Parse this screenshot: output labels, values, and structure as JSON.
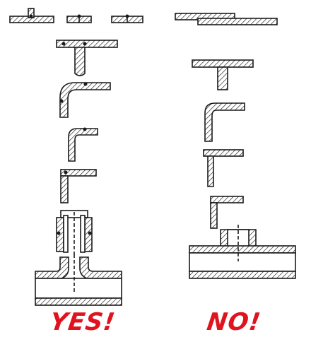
{
  "labels": {
    "correct": "YES!",
    "incorrect": "NO!"
  },
  "colors": {
    "label": "#e0141e",
    "line": "#1a1a1a",
    "background": "#ffffff"
  },
  "columns": [
    {
      "heading_key": "correct",
      "joints": [
        "butt-joint-set",
        "tee-joint",
        "rounded-corner-joint",
        "small-corner-joint",
        "corner-joint",
        "coupling-butt-joint",
        "extruded-tee-branch"
      ]
    },
    {
      "heading_key": "incorrect",
      "joints": [
        "lap-joint",
        "tee-joint",
        "corner-joint",
        "overlap-corner-joint",
        "corner-joint",
        "set-on-branch"
      ]
    }
  ]
}
